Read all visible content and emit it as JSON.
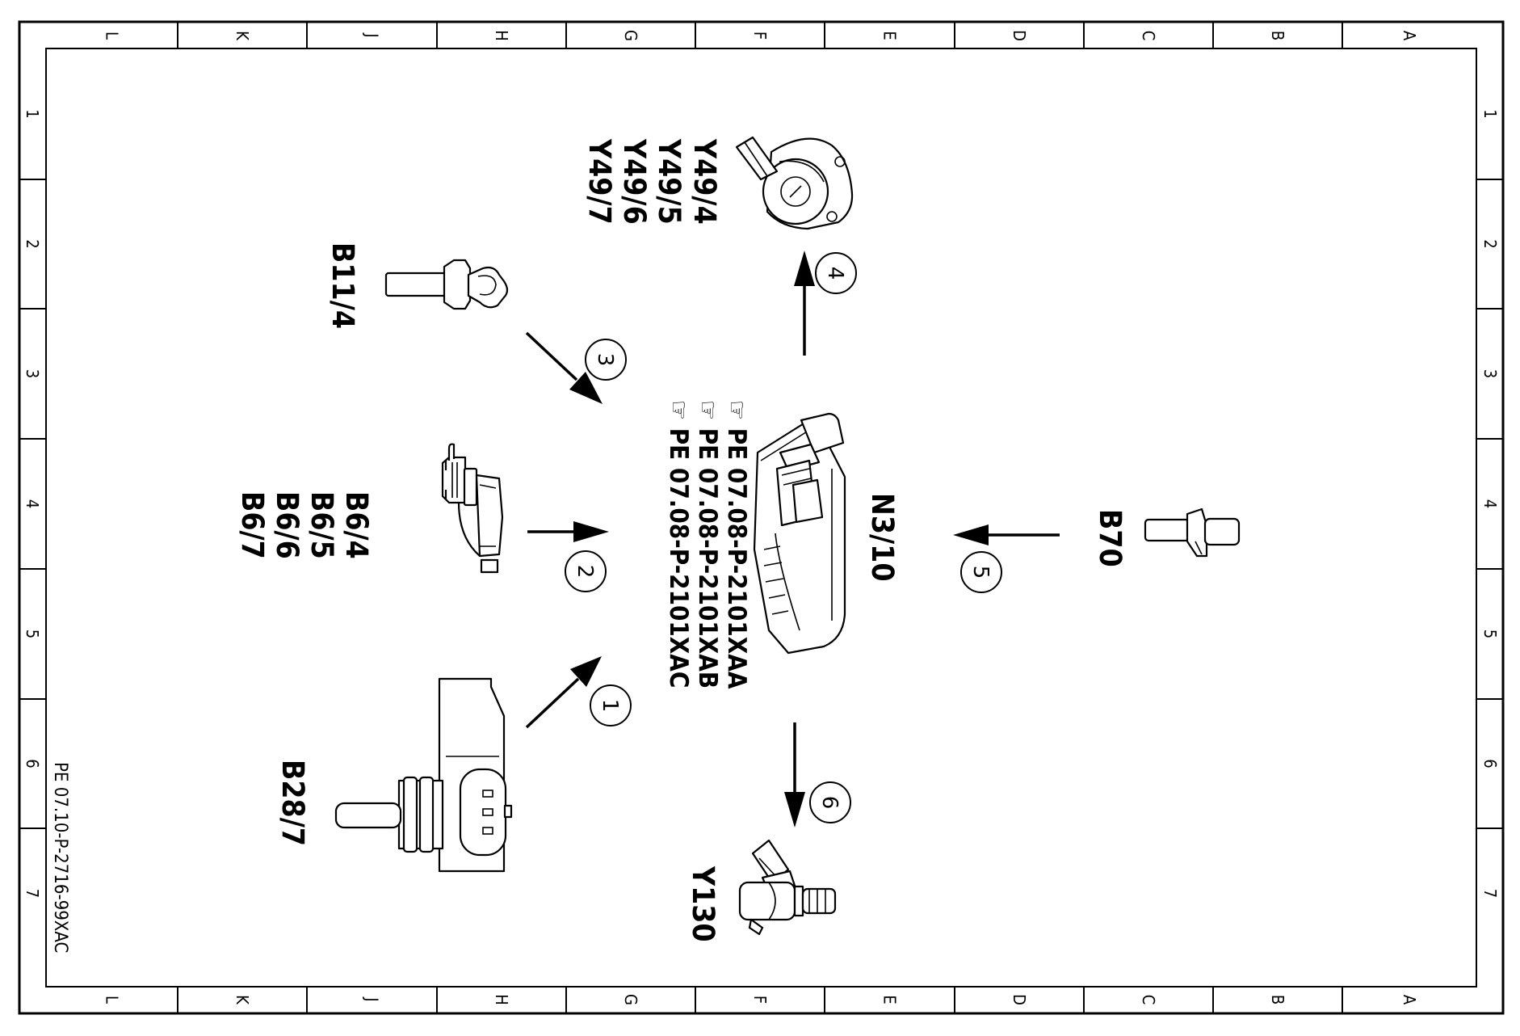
{
  "frame": {
    "columns": [
      "L",
      "K",
      "J",
      "H",
      "G",
      "F",
      "E",
      "D",
      "C",
      "B",
      "A"
    ],
    "rows": [
      "1",
      "2",
      "3",
      "4",
      "5",
      "6",
      "7"
    ],
    "doc_id": "PE 07.10-P-2716-99XAC"
  },
  "components": {
    "y49": [
      "Y49/4",
      "Y49/5",
      "Y49/6",
      "Y49/7"
    ],
    "b11": [
      "B11/4"
    ],
    "b6": [
      "B6/4",
      "B6/5",
      "B6/6",
      "B6/7"
    ],
    "b28": [
      "B28/7"
    ],
    "n3": [
      "N3/10"
    ],
    "b70": [
      "B70"
    ],
    "y130": [
      "Y130"
    ]
  },
  "references": [
    "PE 07.08-P-2101XAA",
    "PE 07.08-P-2101XAB",
    "PE 07.08-P-2101XAC"
  ],
  "arrows": [
    {
      "number": "1"
    },
    {
      "number": "2"
    },
    {
      "number": "3"
    },
    {
      "number": "4"
    },
    {
      "number": "5"
    },
    {
      "number": "6"
    }
  ]
}
